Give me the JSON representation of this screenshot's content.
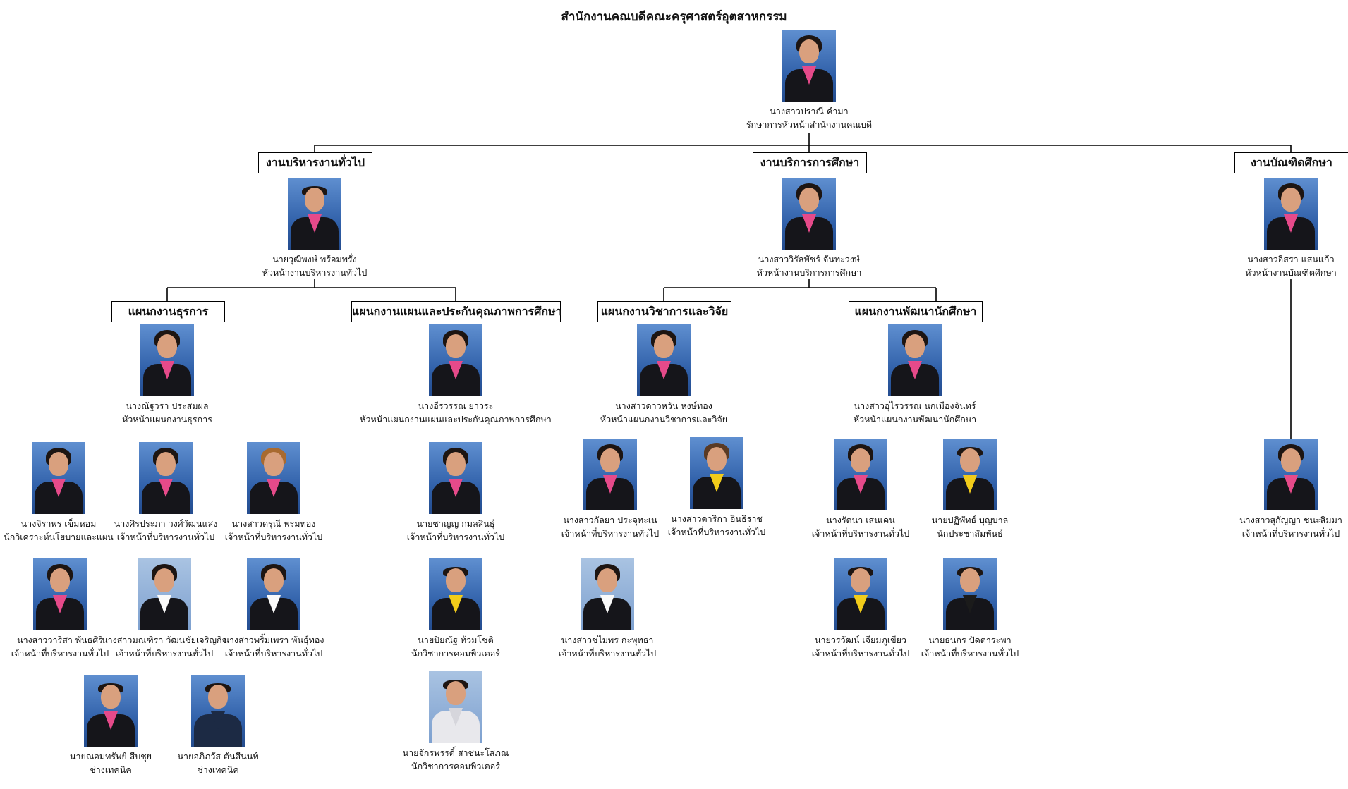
{
  "title": "สำนักงานคณบดีคณะครุศาสตร์อุตสาหกรรม",
  "units": [
    {
      "label": "งานบริหารงานทั่วไป"
    },
    {
      "label": "งานบริการการศึกษา"
    },
    {
      "label": "งานบัณฑิตศึกษา"
    }
  ],
  "sections": [
    {
      "label": "แผนกงานธุรการ"
    },
    {
      "label": "แผนกงานแผนและประกันคุณภาพการศึกษา"
    },
    {
      "label": "แผนกงานวิชาการและวิจัย"
    },
    {
      "label": "แผนกงานพัฒนานักศึกษา"
    }
  ],
  "people": [
    {
      "name": "นางสาวปราณี คำมา",
      "role": "รักษาการหัวหน้าสำนักงานคณบดี",
      "photo": "woman-portrait"
    },
    {
      "name": "นายวุฒิพงษ์ พร้อมพรั่ง",
      "role": "หัวหน้างานบริหารงานทั่วไป",
      "photo": "man-portrait"
    },
    {
      "name": "นางสาววิรัลพัชร์ จันทะวงษ์",
      "role": "หัวหน้างานบริการการศึกษา",
      "photo": "woman-portrait"
    },
    {
      "name": "นางสาวอิสรา แสนแก้ว",
      "role": "หัวหน้างานบัณฑิตศึกษา",
      "photo": "woman-portrait"
    },
    {
      "name": "นางณัฐวรา ประสมผล",
      "role": "หัวหน้าแผนกงานธุรการ",
      "photo": "woman-portrait"
    },
    {
      "name": "นางอีรวรรณ ยาวระ",
      "role": "หัวหน้าแผนกงานแผนและประกันคุณภาพการศึกษา",
      "photo": "woman-portrait"
    },
    {
      "name": "นางสาวดาวหวัน หงษ์ทอง",
      "role": "หัวหน้าแผนกงานวิชาการและวิจัย",
      "photo": "woman-portrait"
    },
    {
      "name": "นางสาวอุไรวรรณ นกเมืองจันทร์",
      "role": "หัวหน้าแผนกงานพัฒนานักศึกษา",
      "photo": "woman-portrait"
    },
    {
      "name": "นางจิราพร เข็มหอม",
      "role": "นักวิเคราะห์นโยบายและแผน",
      "photo": "woman-portrait"
    },
    {
      "name": "นางศิรประภา วงศ์วัฒนแสง",
      "role": "เจ้าหน้าที่บริหารงานทั่วไป",
      "photo": "woman-portrait"
    },
    {
      "name": "นางสาวดรุณี พรมทอง",
      "role": "เจ้าหน้าที่บริหารงานทั่วไป",
      "photo": "woman-portrait"
    },
    {
      "name": "นางสาววาริสา พันธศิริ",
      "role": "เจ้าหน้าที่บริหารงานทั่วไป",
      "photo": "woman-portrait"
    },
    {
      "name": "นางสาวมณฑิรา วัฒนชัยเจริญกิจ",
      "role": "เจ้าหน้าที่บริหารงานทั่วไป",
      "photo": "woman-portrait"
    },
    {
      "name": "นางสาวพริ้มเพรา พันธุ์ทอง",
      "role": "เจ้าหน้าที่บริหารงานทั่วไป",
      "photo": "woman-portrait"
    },
    {
      "name": "นายณอมทรัพย์ สืบชุย",
      "role": "ช่างเทคนิค",
      "photo": "man-portrait"
    },
    {
      "name": "นายอภิภวัส ต้นสีนนท์",
      "role": "ช่างเทคนิค",
      "photo": "man-portrait"
    },
    {
      "name": "นายชาญญ กมลสินธุ์",
      "role": "เจ้าหน้าที่บริหารงานทั่วไป",
      "photo": "man-portrait"
    },
    {
      "name": "นายปิยณัฐ ท้วมโชติ",
      "role": "นักวิชาการคอมพิวเตอร์",
      "photo": "man-portrait"
    },
    {
      "name": "นายจักรพรรดิ์ สาชนะโสภณ",
      "role": "นักวิชาการคอมพิวเตอร์",
      "photo": "man-portrait"
    },
    {
      "name": "นางสาวกัลยา ประจุทะเน",
      "role": "เจ้าหน้าที่บริหารงานทั่วไป",
      "photo": "woman-portrait"
    },
    {
      "name": "นางสาวดาริกา อินธิราช",
      "role": "เจ้าหน้าที่บริหารงานทั่วไป",
      "photo": "woman-portrait"
    },
    {
      "name": "นางสาวชไมพร กะพุทธา",
      "role": "เจ้าหน้าที่บริหารงานทั่วไป",
      "photo": "woman-portrait"
    },
    {
      "name": "นางรัตนา เสนเคน",
      "role": "เจ้าหน้าที่บริหารงานทั่วไป",
      "photo": "woman-portrait"
    },
    {
      "name": "นายปฏิพัทธ์ บุญบาล",
      "role": "นักประชาสัมพันธ์",
      "photo": "man-portrait"
    },
    {
      "name": "นายวรวัฒน์ เจียมภูเขียว",
      "role": "เจ้าหน้าที่บริหารงานทั่วไป",
      "photo": "man-portrait"
    },
    {
      "name": "นายธนกร ปัดตาระพา",
      "role": "เจ้าหน้าที่บริหารงานทั่วไป",
      "photo": "man-portrait"
    },
    {
      "name": "นางสาวสุกัญญา ชนะสิมมา",
      "role": "เจ้าหน้าที่บริหารงานทั่วไป",
      "photo": "woman-portrait"
    }
  ]
}
